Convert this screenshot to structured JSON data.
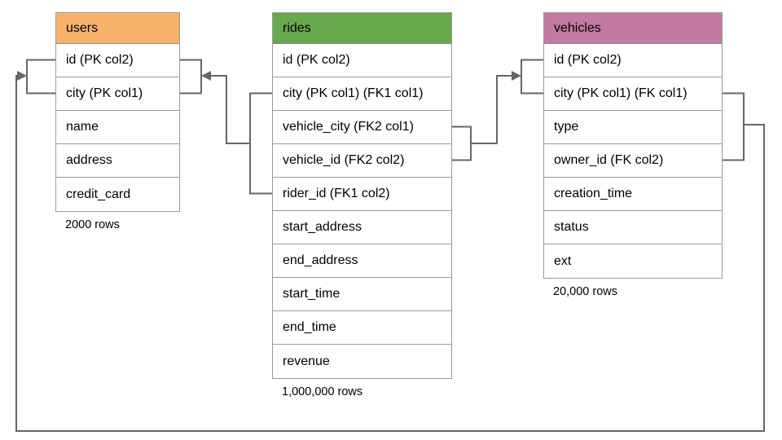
{
  "diagram": {
    "tables": {
      "users": {
        "title": "users",
        "header_color": "#F6B26B",
        "columns": [
          "id (PK col2)",
          "city (PK col1)",
          "name",
          "address",
          "credit_card"
        ],
        "row_count": "2000 rows"
      },
      "rides": {
        "title": "rides",
        "header_color": "#6AA84F",
        "columns": [
          "id (PK col2)",
          "city (PK col1) (FK1 col1)",
          "vehicle_city (FK2 col1)",
          "vehicle_id (FK2 col2)",
          "rider_id (FK1 col2)",
          "start_address",
          "end_address",
          "start_time",
          "end_time",
          "revenue"
        ],
        "row_count": "1,000,000 rows"
      },
      "vehicles": {
        "title": "vehicles",
        "header_color": "#C27BA0",
        "columns": [
          "id (PK col2)",
          "city (PK col1) (FK col1)",
          "type",
          "owner_id (FK col2)",
          "creation_time",
          "status",
          "ext"
        ],
        "row_count": "20,000 rows"
      }
    },
    "relationships": [
      {
        "name": "FK1",
        "from_table": "rides",
        "from_columns": [
          "city (PK col1) (FK1 col1)",
          "rider_id (FK1 col2)"
        ],
        "to_table": "users",
        "to_columns": [
          "id (PK col2)",
          "city (PK col1)"
        ]
      },
      {
        "name": "FK2",
        "from_table": "rides",
        "from_columns": [
          "vehicle_city (FK2 col1)",
          "vehicle_id (FK2 col2)"
        ],
        "to_table": "vehicles",
        "to_columns": [
          "id (PK col2)",
          "city (PK col1) (FK col1)"
        ]
      },
      {
        "name": "FK",
        "from_table": "vehicles",
        "from_columns": [
          "city (PK col1) (FK col1)",
          "owner_id (FK col2)"
        ],
        "to_table": "users",
        "to_columns": [
          "id (PK col2)",
          "city (PK col1)"
        ]
      }
    ],
    "colors": {
      "users_header": "#F6B26B",
      "rides_header": "#6AA84F",
      "vehicles_header": "#C27BA0",
      "connector": "#666666",
      "table_border": "#9A9A9A",
      "background": "#FFFFFF"
    }
  }
}
